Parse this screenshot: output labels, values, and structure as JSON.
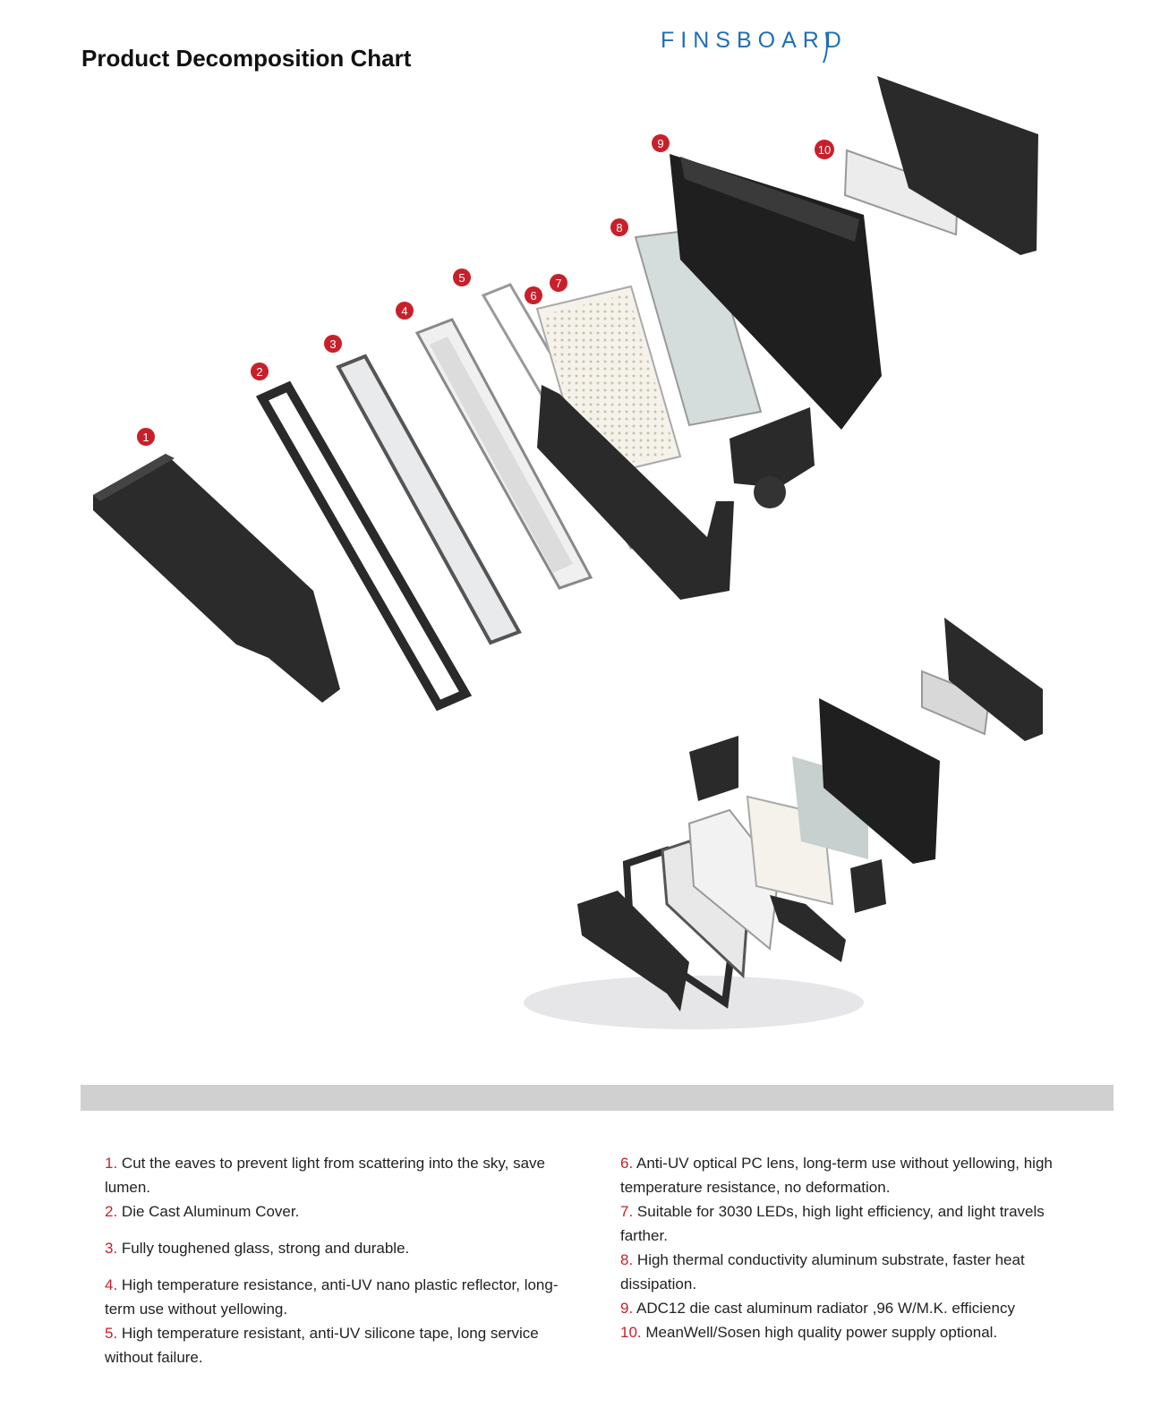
{
  "header": {
    "title": "Product Decomposition Chart",
    "logo_text": "FINSBOARD"
  },
  "colors": {
    "accent_red": "#c8202a",
    "logo_blue": "#1f6fb5",
    "part_dark": "#2a2a2a",
    "divider": "#d0d0d0"
  },
  "callouts": [
    "1",
    "2",
    "3",
    "4",
    "5",
    "6",
    "7",
    "8",
    "9",
    "10"
  ],
  "features_left": [
    {
      "num": "1.",
      "text": "Cut the eaves to prevent light from scattering into the sky, save lumen."
    },
    {
      "num": "2.",
      "text": "Die Cast Aluminum Cover."
    },
    {
      "num": "3.",
      "text": "Fully toughened glass, strong and durable."
    },
    {
      "num": "4.",
      "text": "High temperature resistance, anti-UV nano plastic reflector, long-term use without yellowing."
    },
    {
      "num": "5.",
      "text": "High temperature resistant, anti-UV silicone tape, long service without failure."
    }
  ],
  "features_right": [
    {
      "num": "6.",
      "text": "Anti-UV optical PC lens, long-term use without yellowing, high temperature resistance, no deformation."
    },
    {
      "num": "7.",
      "text": "Suitable for 3030 LEDs, high light efficiency, and light travels farther."
    },
    {
      "num": "8.",
      "text": "High thermal conductivity aluminum substrate, faster heat dissipation."
    },
    {
      "num": "9.",
      "text": "ADC12 die cast aluminum radiator ,96 W/M.K. efficiency"
    },
    {
      "num": "10.",
      "text": "MeanWell/Sosen high quality power supply optional."
    }
  ]
}
